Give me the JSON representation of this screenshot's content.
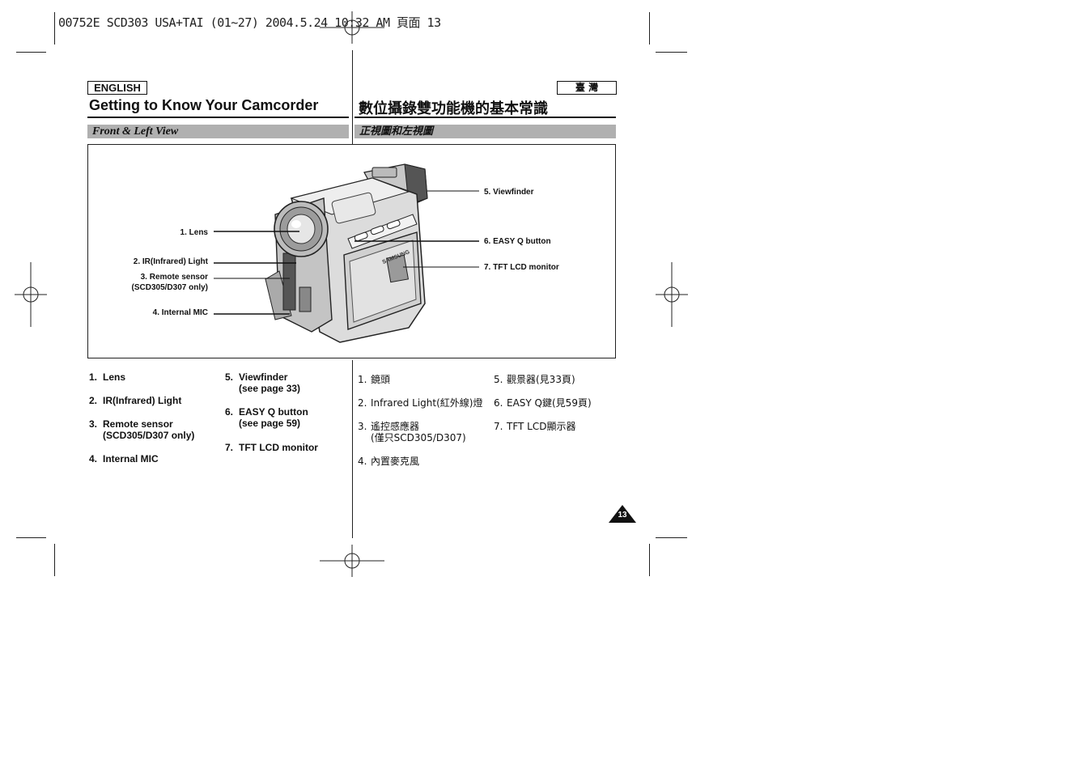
{
  "slug": "00752E SCD303 USA+TAI (01~27) 2004.5.24 10:32 AM 頁面 13",
  "english_tag": "ENGLISH",
  "taiwan_tag": "臺 灣",
  "title_en": "Getting to Know Your Camcorder",
  "title_zh": "數位攝錄雙功能機的基本常識",
  "section_en": "Front & Left View",
  "section_zh": "正視圖和左視圖",
  "callouts": {
    "lens": "1. Lens",
    "ir": "2. IR(Infrared) Light",
    "remote1": "3. Remote sensor",
    "remote2": "(SCD305/D307 only)",
    "mic": "4. Internal MIC",
    "viewfinder": "5. Viewfinder",
    "easyq": "6. EASY Q button",
    "lcd": "7. TFT LCD monitor"
  },
  "brand_text": "SAMSUNG",
  "list_en": {
    "item1_num": "1.",
    "item1": "Lens",
    "item2_num": "2.",
    "item2": "IR(Infrared) Light",
    "item3_num": "3.",
    "item3": "Remote sensor",
    "item3_sub": "(SCD305/D307 only)",
    "item4_num": "4.",
    "item4": "Internal MIC",
    "item5_num": "5.",
    "item5": "Viewfinder",
    "item5_sub": "(see page 33)",
    "item6_num": "6.",
    "item6": "EASY Q button",
    "item6_sub": "(see page 59)",
    "item7_num": "7.",
    "item7": "TFT LCD monitor"
  },
  "list_zh": {
    "item1_num": "1.",
    "item1": "鏡頭",
    "item2_num": "2.",
    "item2": "Infrared Light(紅外線)燈",
    "item3_num": "3.",
    "item3": "遙控感應器",
    "item3_sub": "(僅只SCD305/D307)",
    "item4_num": "4.",
    "item4": "內置麥克風",
    "item5_num": "5.",
    "item5": "觀景器(見33頁)",
    "item6_num": "6.",
    "item6": "EASY Q鍵(見59頁)",
    "item7_num": "7.",
    "item7": "TFT LCD顯示器"
  },
  "page_number": "13"
}
